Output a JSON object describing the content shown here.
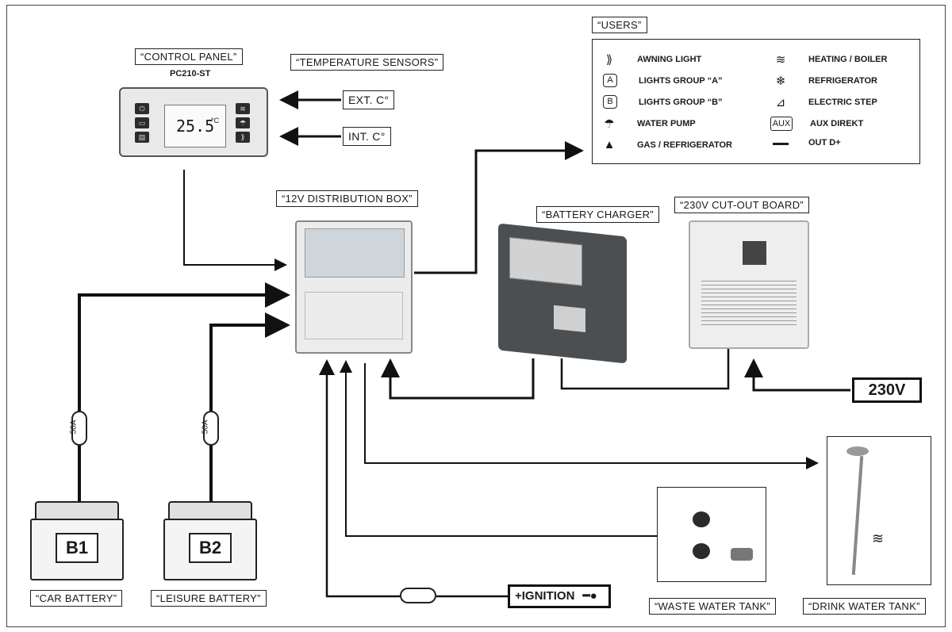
{
  "labels": {
    "control_panel": "“CONTROL PANEL”",
    "control_model": "PC210-ST",
    "temp_sensors": "“TEMPERATURE SENSORS”",
    "ext_temp": "EXT. C°",
    "int_temp": "INT. C°",
    "users": "“USERS”",
    "distribution_box": "“12V DISTRIBUTION BOX”",
    "battery_charger": "“BATTERY CHARGER”",
    "cutout_board": "“230V CUT-OUT BOARD”",
    "car_battery": "“CAR BATTERY”",
    "leisure_battery": "“LEISURE BATTERY”",
    "waste_tank": "“WASTE WATER TANK”",
    "drink_tank": "“DRINK WATER TANK”",
    "mains": "230V",
    "ignition": "+IGNITION",
    "fuse_rating": "50A",
    "battery1": "B1",
    "battery2": "B2"
  },
  "panel": {
    "display_value": "25.5",
    "display_unit": "°C"
  },
  "users": {
    "left": [
      {
        "icon": "awning-light-icon",
        "glyph": "⟫",
        "label": "AWNING LIGHT"
      },
      {
        "icon": "lights-group-a-icon",
        "glyph": "A",
        "label": "LIGHTS GROUP “A”"
      },
      {
        "icon": "lights-group-b-icon",
        "glyph": "B",
        "label": "LIGHTS GROUP “B”"
      },
      {
        "icon": "water-pump-icon",
        "glyph": "☂",
        "label": "WATER PUMP"
      },
      {
        "icon": "gas-refrigerator-icon",
        "glyph": "▲",
        "label": "GAS / REFRIGERATOR"
      }
    ],
    "right": [
      {
        "icon": "heating-boiler-icon",
        "glyph": "≋",
        "label": "HEATING / BOILER"
      },
      {
        "icon": "refrigerator-icon",
        "glyph": "❄",
        "label": "REFRIGERATOR"
      },
      {
        "icon": "electric-step-icon",
        "glyph": "⊿",
        "label": "ELECTRIC STEP"
      },
      {
        "icon": "aux-direkt-icon",
        "glyph": "AUX",
        "label": "AUX DIREKT"
      },
      {
        "icon": "out-d-plus-icon",
        "glyph": "▬▬",
        "label": "OUT D+"
      }
    ]
  }
}
